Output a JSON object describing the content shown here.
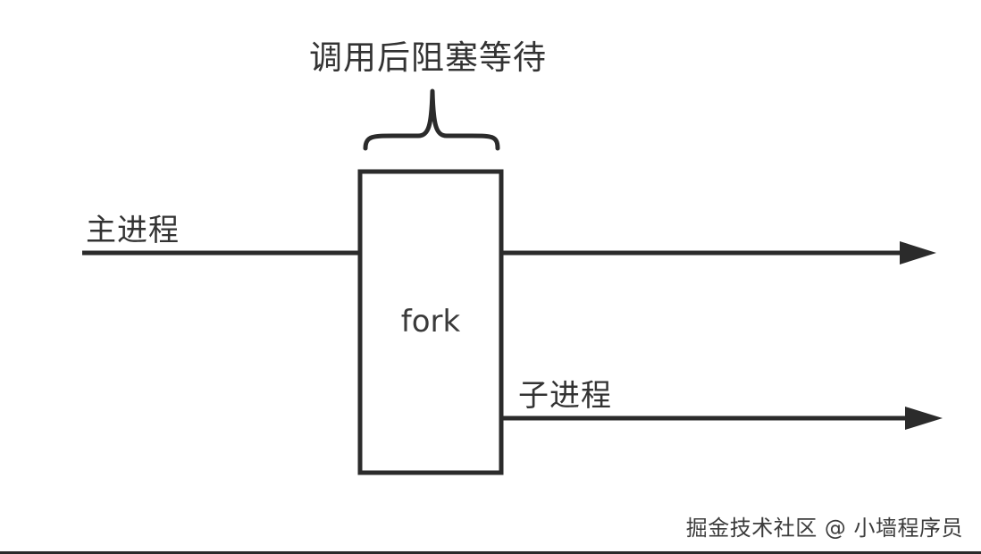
{
  "diagram": {
    "blocking_label": "调用后阻塞等待",
    "main_process_label": "主进程",
    "fork_label": "fork",
    "child_process_label": "子进程",
    "watermark": "掘金技术社区 @ 小墙程序员"
  },
  "colors": {
    "stroke": "#2b2b2b",
    "text": "#333333",
    "background": "#ffffff"
  }
}
